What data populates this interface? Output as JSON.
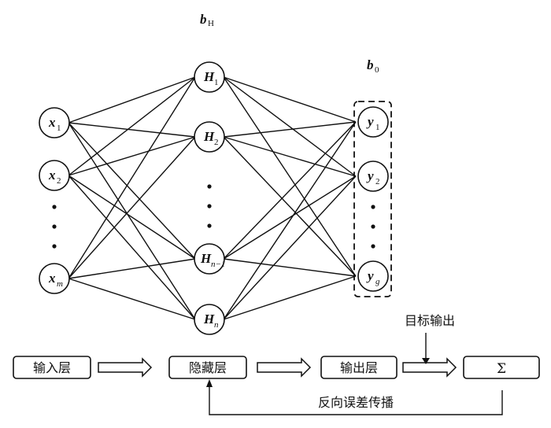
{
  "diagram": {
    "title": "BP neural network structure",
    "bias_labels": {
      "hidden": {
        "base": "b",
        "sub": "H"
      },
      "output": {
        "base": "b",
        "sub": "0"
      }
    },
    "layers": {
      "input": [
        {
          "id": "x1",
          "base": "x",
          "sub": "1"
        },
        {
          "id": "x2",
          "base": "x",
          "sub": "2"
        },
        {
          "id": "xm",
          "base": "x",
          "sub": "m",
          "sub_italic": true
        }
      ],
      "hidden": [
        {
          "id": "H1",
          "base": "H",
          "sub": "1"
        },
        {
          "id": "H2",
          "base": "H",
          "sub": "2"
        },
        {
          "id": "Hn-1",
          "base": "H",
          "sub": "n−1",
          "sub_italic": true
        },
        {
          "id": "Hn",
          "base": "H",
          "sub": "n",
          "sub_italic": true
        }
      ],
      "output": [
        {
          "id": "y1",
          "base": "y",
          "sub": "1"
        },
        {
          "id": "y2",
          "base": "y",
          "sub": "2"
        },
        {
          "id": "yg",
          "base": "y",
          "sub": "g",
          "sub_italic": true
        }
      ]
    },
    "connectivity": "fully-connected input→hidden and hidden→output",
    "flow": {
      "boxes": [
        {
          "id": "input-layer",
          "label": "输入层"
        },
        {
          "id": "hidden-layer",
          "label": "隐藏层"
        },
        {
          "id": "output-layer",
          "label": "输出层"
        },
        {
          "id": "sum",
          "label": "Σ"
        }
      ],
      "target_output_label": "目标输出",
      "backprop_label": "反向误差传播"
    }
  }
}
